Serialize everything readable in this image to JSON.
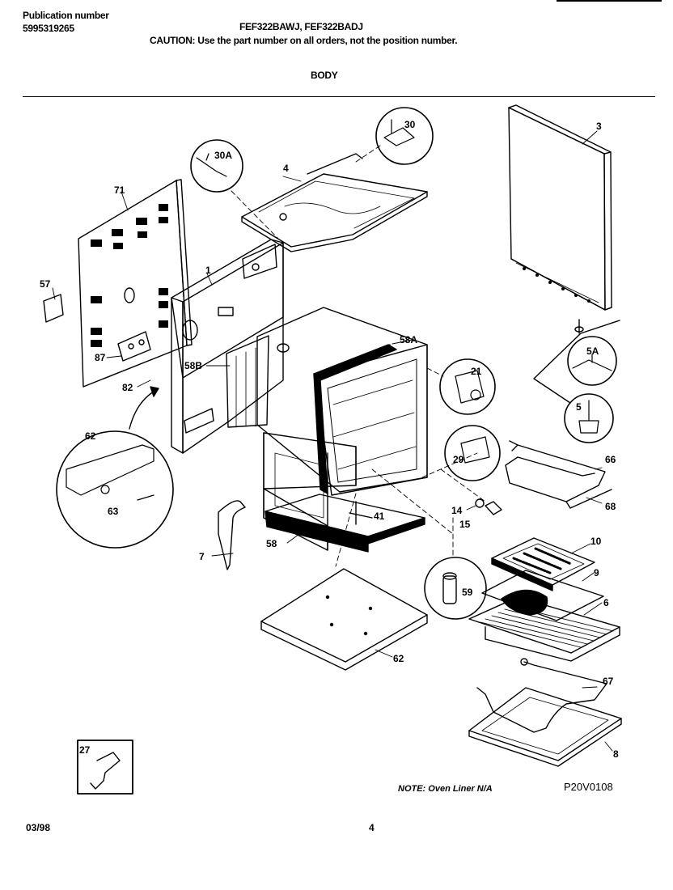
{
  "header": {
    "publication_label": "Publication number",
    "publication_number": "5995319265",
    "models": "FEF322BAWJ, FEF322BADJ",
    "caution": "CAUTION:  Use the part number on all orders, not the position number.",
    "section": "BODY"
  },
  "callouts": [
    "71",
    "57",
    "87",
    "1",
    "82",
    "62",
    "63",
    "7",
    "58B",
    "4",
    "30A",
    "30",
    "3",
    "58A",
    "21",
    "5A",
    "5",
    "29",
    "66",
    "68",
    "14",
    "15",
    "41",
    "58",
    "10",
    "59",
    "9",
    "6",
    "62",
    "67",
    "8",
    "27"
  ],
  "note": "NOTE:  Oven Liner N/A",
  "diagram_code": "P20V0108",
  "footer": {
    "date": "03/98",
    "page": "4"
  }
}
